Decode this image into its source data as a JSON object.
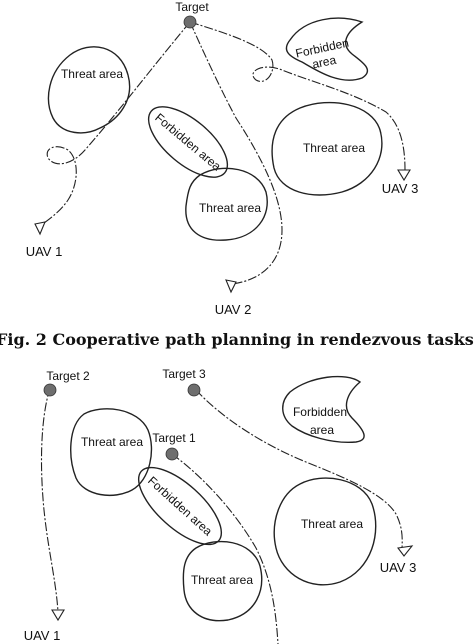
{
  "figure1": {
    "target_label": "Target",
    "regions": {
      "threat_a": "Threat area",
      "forbidden_a": "Forbidden area",
      "forbidden_b_line1": "Forbidden",
      "forbidden_b_line2": "area",
      "threat_b": "Threat area",
      "threat_c": "Threat area"
    },
    "uavs": [
      "UAV 1",
      "UAV 2",
      "UAV 3"
    ]
  },
  "caption": "Fig. 2  Cooperative path planning in rendezvous tasks",
  "figure2": {
    "targets": [
      "Target 2",
      "Target 3",
      "Target 1"
    ],
    "regions": {
      "threat_a": "Threat area",
      "forbidden_a": "Forbidden area",
      "forbidden_b_line1": "Forbidden",
      "forbidden_b_line2": "area",
      "threat_b": "Threat area",
      "threat_c": "Threat area"
    },
    "uavs": [
      "UAV 1",
      "UAV 3"
    ]
  }
}
